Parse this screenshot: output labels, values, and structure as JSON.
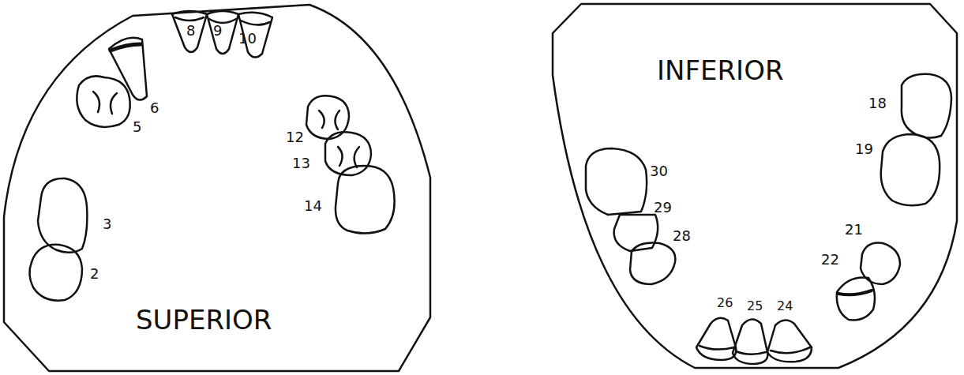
{
  "diagram": {
    "labels": [
      "8",
      "9",
      "10",
      "6",
      "5",
      "12",
      "13",
      "3",
      "14",
      "2",
      "SUPERIOR",
      "INFERIOR",
      "18",
      "19",
      "30",
      "29",
      "21",
      "28",
      "22",
      "26",
      "25",
      "24"
    ]
  }
}
